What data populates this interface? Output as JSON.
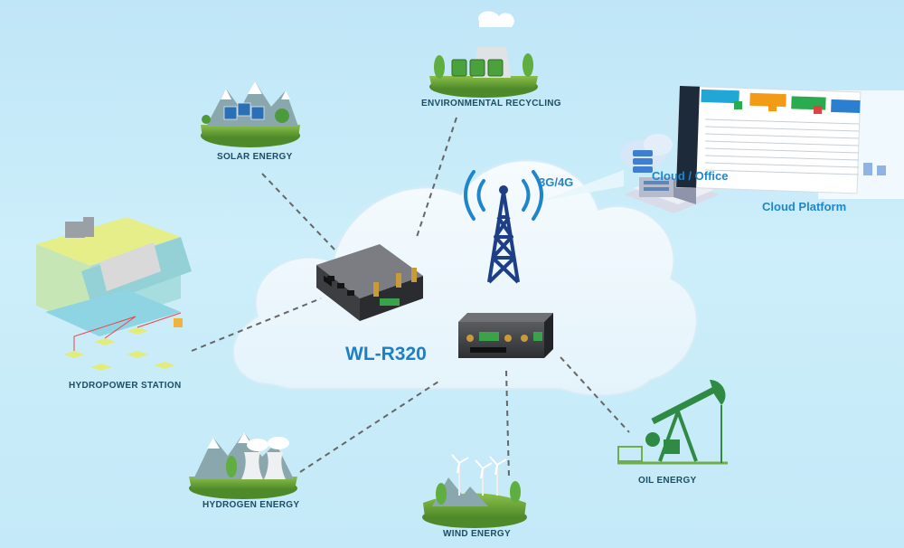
{
  "nodes": {
    "solar": "SOLAR  ENERGY",
    "environmental": "ENVIRONMENTAL  RECYCLING",
    "hydropower": "HYDROPOWER STATION",
    "hydrogen": "HYDROGEN ENERGY",
    "wind": "WIND ENERGY",
    "oil": "OIL ENERGY"
  },
  "center": {
    "router_name": "WL-R320",
    "link_label": "3G/4G",
    "cloud_office": "Cloud / Office",
    "cloud_platform": "Cloud Platform"
  },
  "colors": {
    "background": "#c4e9f8",
    "cloud": "#eef8fd",
    "accent_blue": "#1f86c9",
    "grass": "#6ea33a",
    "dash_line": "#666666"
  }
}
